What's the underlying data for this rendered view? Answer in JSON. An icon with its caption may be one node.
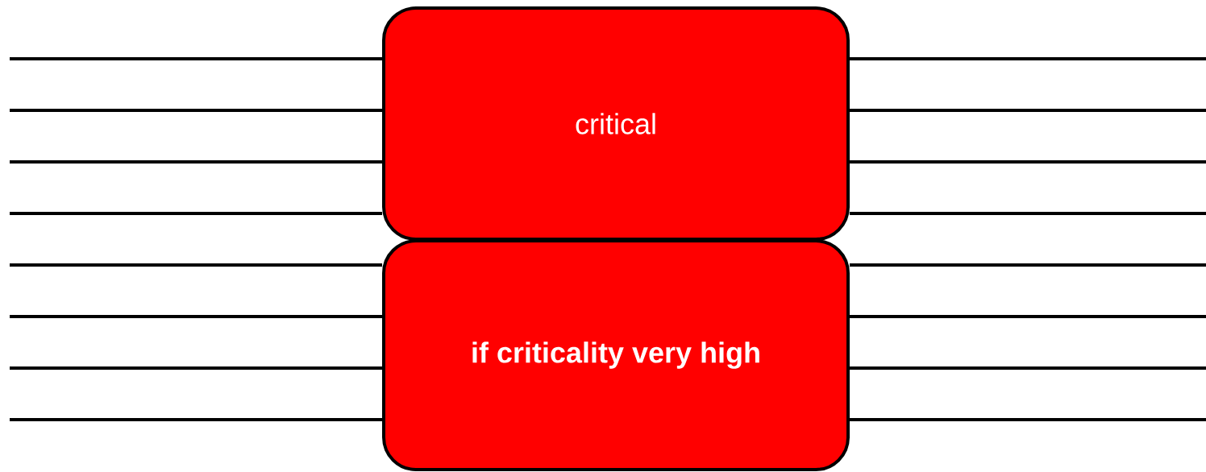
{
  "diagram": {
    "nodes": [
      {
        "text": [
          "critical"
        ]
      },
      {
        "text": [
          "if criticality very high"
        ]
      }
    ],
    "edges": [
      {
        "from": null,
        "to": 0,
        "arrow": "none"
      },
      {
        "from": null,
        "to": 0,
        "arrow": "none"
      },
      {
        "from": null,
        "to": 0,
        "arrow": "none"
      },
      {
        "from": null,
        "to": 0,
        "arrow": "none"
      },
      {
        "from": null,
        "to": 1,
        "arrow": "none"
      },
      {
        "from": null,
        "to": 1,
        "arrow": "none"
      },
      {
        "from": null,
        "to": 1,
        "arrow": "none"
      },
      {
        "from": null,
        "to": 1,
        "arrow": "none"
      },
      {
        "from": 0,
        "to": null,
        "arrow": "none"
      },
      {
        "from": 0,
        "to": null,
        "arrow": "none"
      },
      {
        "from": 0,
        "to": null,
        "arrow": "none"
      },
      {
        "from": 0,
        "to": null,
        "arrow": "none"
      },
      {
        "from": 1,
        "to": null,
        "arrow": "none"
      },
      {
        "from": 1,
        "to": null,
        "arrow": "none"
      },
      {
        "from": 1,
        "to": null,
        "arrow": "none"
      },
      {
        "from": 1,
        "to": null,
        "arrow": "none"
      }
    ]
  }
}
